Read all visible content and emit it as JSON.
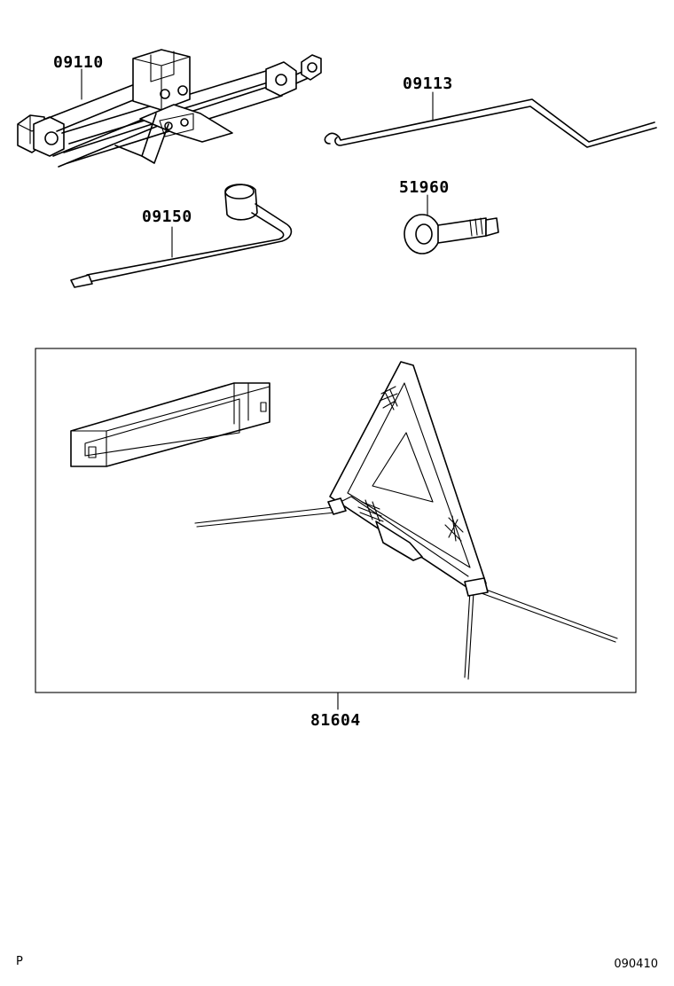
{
  "parts": [
    {
      "id": "jack",
      "label": "09110"
    },
    {
      "id": "jack-handle",
      "label": "09113"
    },
    {
      "id": "wrench",
      "label": "09150"
    },
    {
      "id": "towing-eye",
      "label": "51960"
    },
    {
      "id": "warning-triangle-set",
      "label": "81604"
    }
  ],
  "footer": {
    "left_mark": "P",
    "right_code": "090410"
  }
}
